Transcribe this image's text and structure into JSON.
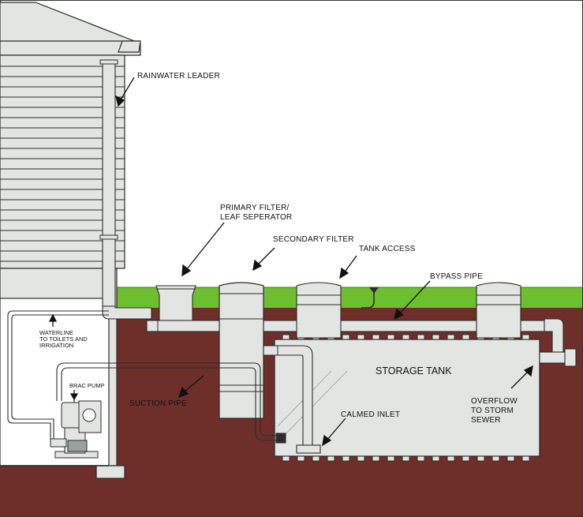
{
  "labels": {
    "rainwater_leader": "RAINWATER LEADER",
    "primary_filter_line1": "PRIMARY FILTER/",
    "primary_filter_line2": "LEAF SEPERATOR",
    "secondary_filter": "SECONDARY FILTER",
    "tank_access": "TANK ACCESS",
    "bypass_pipe": "BYPASS PIPE",
    "storage_tank": "STORAGE TANK",
    "waterline_line1": "WATERLINE",
    "waterline_line2": "TO TOILETS AND",
    "waterline_line3": "IRRIGATION",
    "brac_pump": "BRAC PUMP",
    "suction_pipe": "SUCTION PIPE",
    "calmed_inlet": "CALMED INLET",
    "overflow_line1": "OVERFLOW",
    "overflow_line2": "TO STORM",
    "overflow_line3": "SEWER"
  },
  "colors": {
    "grass": "#6cbf2e",
    "soil": "#6e2f2a",
    "structure_fill": "#e3e5e3",
    "outline": "#2b2b2b",
    "sky": "#ffffff"
  }
}
